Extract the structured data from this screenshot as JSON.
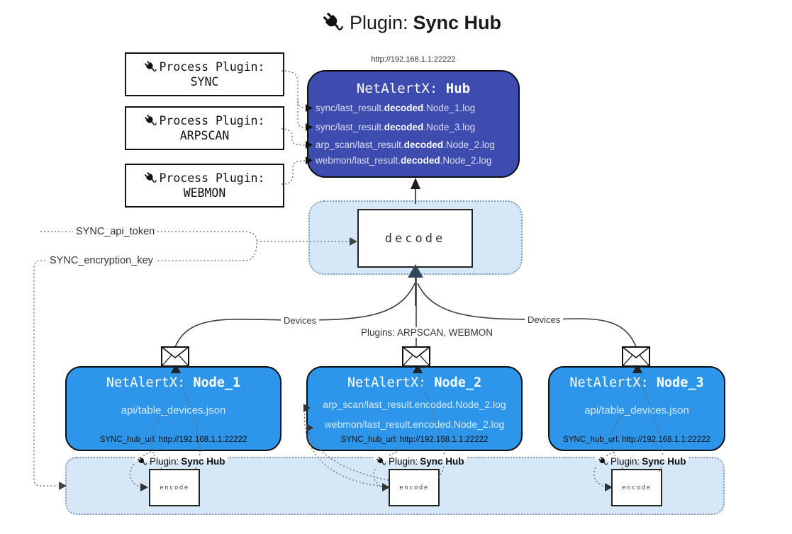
{
  "title": {
    "prefix": "Plugin:",
    "name": "Sync Hub"
  },
  "hub": {
    "url": "http://192.168.1.1:22222",
    "title_prefix": "NetAlertX:",
    "title_name": "Hub",
    "lines": [
      {
        "pre": "sync/last_result.",
        "bold": "decoded",
        "post": ".Node_1.log"
      },
      {
        "pre": "sync/last_result.",
        "bold": "decoded",
        "post": ".Node_3.log"
      },
      {
        "pre": "arp_scan/last_result.",
        "bold": "decoded",
        "post": ".Node_2.log"
      },
      {
        "pre": "webmon/last_result.",
        "bold": "decoded",
        "post": ".Node_2.log"
      }
    ]
  },
  "process_plugins": [
    {
      "label": "Process Plugin:",
      "name": "SYNC"
    },
    {
      "label": "Process Plugin:",
      "name": "ARPSCAN"
    },
    {
      "label": "Process Plugin:",
      "name": "WEBMON"
    }
  ],
  "decode": {
    "label": "decode"
  },
  "config": {
    "api_token": "SYNC_api_token",
    "encryption_key": "SYNC_encryption_key"
  },
  "edge_labels": {
    "devices_left": "Devices",
    "plugins_mid": "Plugins: ARPSCAN, WEBMON",
    "devices_right": "Devices"
  },
  "nodes": [
    {
      "title_prefix": "NetAlertX:",
      "title_name": "Node_1",
      "files": [
        "api/table_devices.json"
      ],
      "hub_url": "SYNC_hub_url: http://192.168.1.1:22222"
    },
    {
      "title_prefix": "NetAlertX:",
      "title_name": "Node_2",
      "files": [
        "arp_scan/last_result.encoded.Node_2.log",
        "webmon/last_result.encoded.Node_2.log"
      ],
      "hub_url": "SYNC_hub_url: http://192.168.1.1:22222"
    },
    {
      "title_prefix": "NetAlertX:",
      "title_name": "Node_3",
      "files": [
        "api/table_devices.json"
      ],
      "hub_url": "SYNC_hub_url: http://192.168.1.1:22222"
    }
  ],
  "encoders": [
    {
      "plugin_prefix": "Plugin:",
      "plugin_name": "Sync Hub",
      "box_label": "encode"
    },
    {
      "plugin_prefix": "Plugin:",
      "plugin_name": "Sync Hub",
      "box_label": "encode"
    },
    {
      "plugin_prefix": "Plugin:",
      "plugin_name": "Sync Hub",
      "box_label": "encode"
    }
  ],
  "colors": {
    "hub_bg": "#3e4cb0",
    "node_bg": "#2e96ea",
    "panel_bg": "#d6e8f8",
    "connector": "#3c3c3c",
    "arrow_dark": "#33475a"
  }
}
